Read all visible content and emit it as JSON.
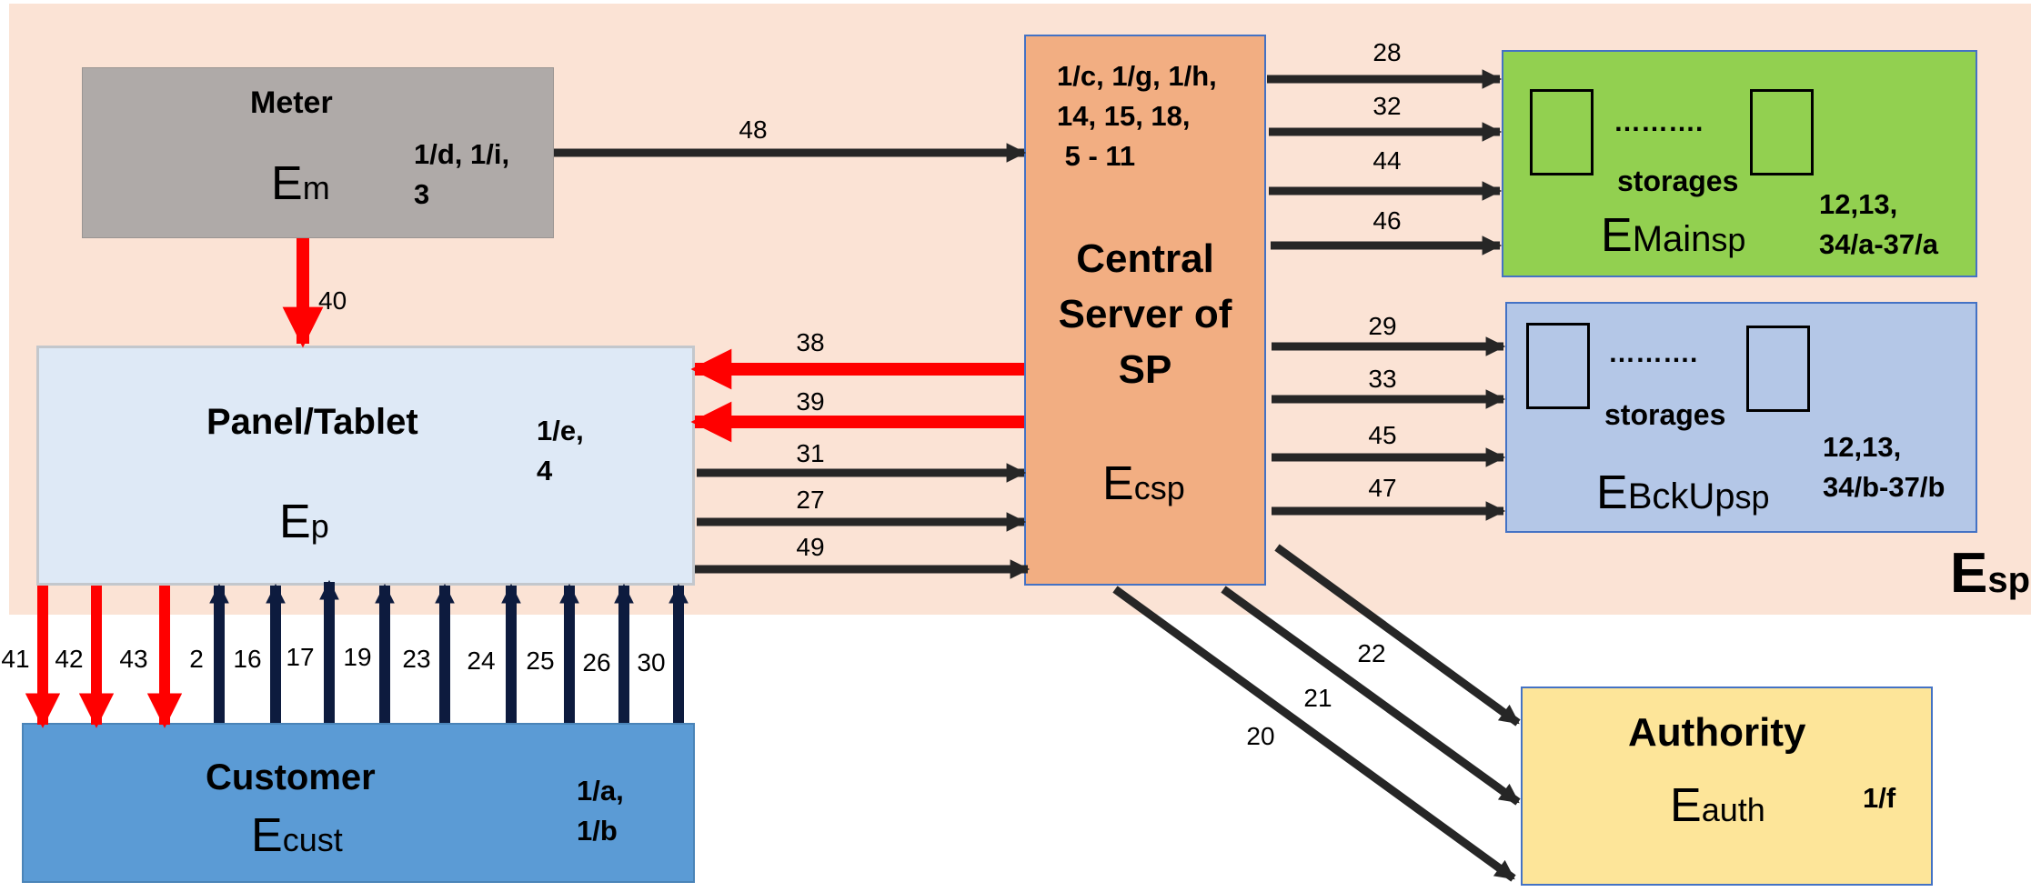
{
  "entities": {
    "meter": {
      "title": "Meter",
      "symbol": "E",
      "subscript": "m",
      "refs": "1/d, 1/i,\n3",
      "color": "#afaaa8"
    },
    "panel": {
      "title": "Panel/Tablet",
      "symbol": "E",
      "subscript": "p",
      "refs": "1/e,\n4",
      "color": "#dee9f6"
    },
    "customer": {
      "title": "Customer",
      "symbol": "E",
      "subscript": "cust",
      "refs": "1/a,\n1/b",
      "color": "#5b9bd5"
    },
    "central": {
      "title": "Central\nServer of\nSP",
      "symbol": "E",
      "subscript": "csp",
      "refs": "1/c, 1/g, 1/h,\n14, 15, 18,\n 5 - 11",
      "color": "#f2ae82"
    },
    "main_storage": {
      "dots": "……….",
      "storages_label": "storages",
      "symbol": "E",
      "name": "Main",
      "subscript": "sp",
      "refs": "12,13,\n34/a-37/a",
      "color": "#92d050"
    },
    "backup_storage": {
      "dots": "……….",
      "storages_label": "storages",
      "symbol": "E",
      "name": "BckUp",
      "subscript": "sp",
      "refs": "12,13,\n34/b-37/b",
      "color": "#b4c7e7"
    },
    "authority": {
      "title": "Authority",
      "symbol": "E",
      "subscript": "auth",
      "refs": "1/f",
      "color": "#fde599"
    }
  },
  "region": {
    "symbol": "E",
    "subscript": "sp",
    "color": "#fbe3d5"
  },
  "arrows": {
    "meter_to_csp": "48",
    "meter_to_panel": "40",
    "csp_to_panel": [
      "38",
      "39"
    ],
    "panel_to_csp": [
      "31",
      "27",
      "49"
    ],
    "csp_to_main": [
      "28",
      "32",
      "44",
      "46"
    ],
    "csp_to_backup": [
      "29",
      "33",
      "45",
      "47"
    ],
    "csp_to_authority": [
      "22",
      "21",
      "20"
    ],
    "panel_to_customer": [
      "41",
      "42",
      "43"
    ],
    "customer_to_panel": [
      "2",
      "16",
      "17",
      "19",
      "23",
      "24",
      "25",
      "26",
      "30"
    ]
  },
  "colors": {
    "red_arrow": "#ff0000",
    "dark_arrow": "#262626",
    "navy_arrow": "#0d1b3e"
  }
}
